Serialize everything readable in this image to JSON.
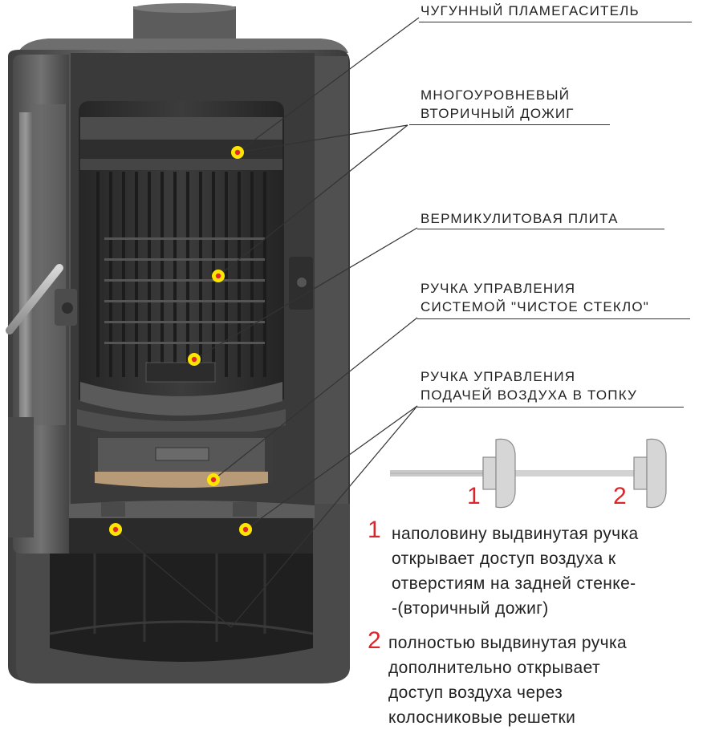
{
  "callouts": [
    {
      "lines": [
        "ЧУГУННЫЙ  ПЛАМЕГАСИТЕЛЬ"
      ]
    },
    {
      "lines": [
        "МНОГОУРОВНЕВЫЙ",
        "ВТОРИЧНЫЙ ДОЖИГ"
      ]
    },
    {
      "lines": [
        "ВЕРМИКУЛИТОВАЯ ПЛИТА"
      ]
    },
    {
      "lines": [
        "РУЧКА УПРАВЛЕНИЯ",
        "СИСТЕМОЙ \"ЧИСТОЕ СТЕКЛО\""
      ]
    },
    {
      "lines": [
        "РУЧКА УПРАВЛЕНИЯ",
        "ПОДАЧЕЙ ВОЗДУХА В ТОПКУ"
      ]
    }
  ],
  "handle_diagram": {
    "position_1_label": "1",
    "position_2_label": "2"
  },
  "notes": [
    {
      "number": "1",
      "lines": [
        "наполовину выдвинутая ручка",
        "открывает доступ воздуха к",
        "отверстиям на задней стенке-",
        "-(вторичный дожиг)"
      ]
    },
    {
      "number": "2",
      "lines": [
        "полностью выдвинутая ручка",
        "дополнительно открывает",
        "доступ воздуха через",
        "колосниковые решетки"
      ]
    }
  ],
  "colors": {
    "marker_fill": "#ffe600",
    "marker_center": "#e5262b",
    "note_number": "#d9262c",
    "stove_body": "#5a5a5a"
  }
}
